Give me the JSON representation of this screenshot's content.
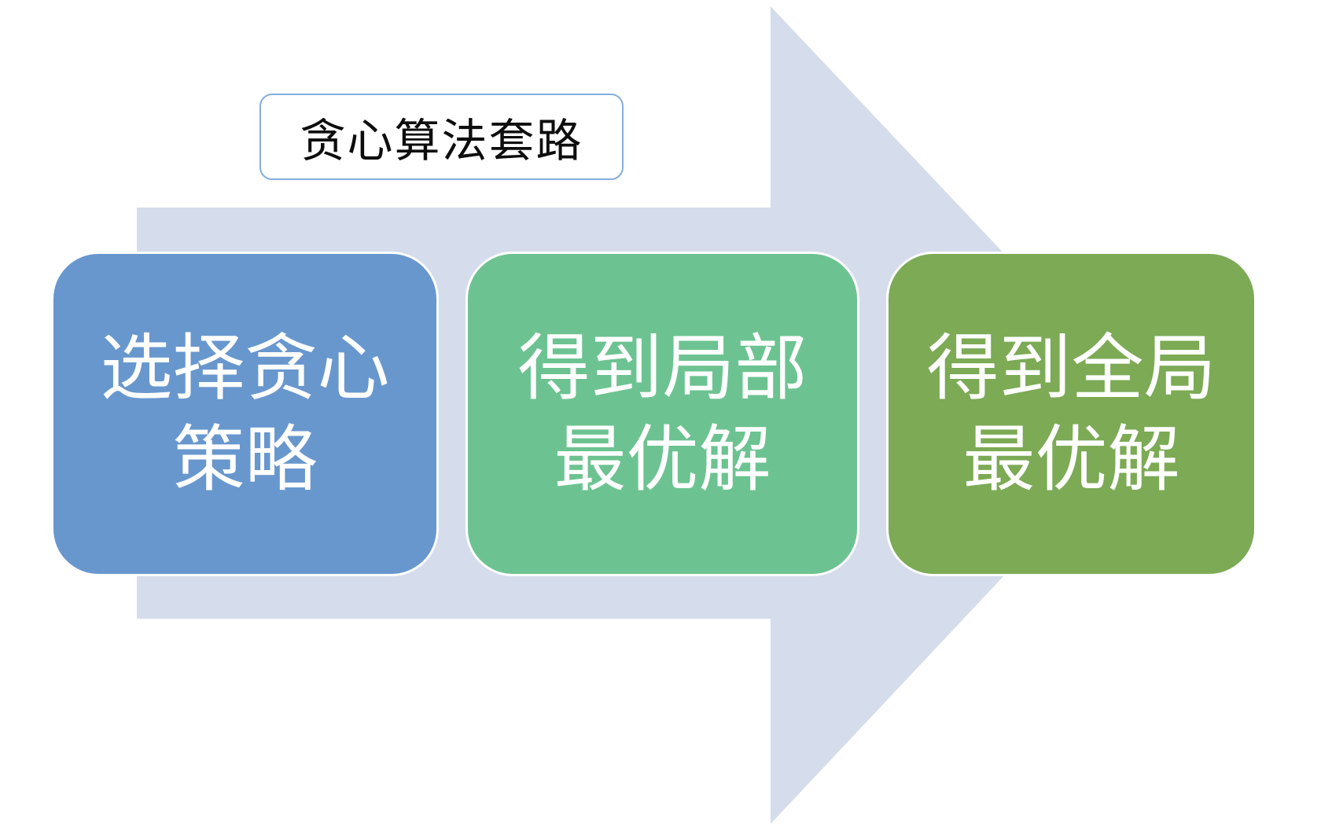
{
  "diagram": {
    "title_box": {
      "label": "贪心算法套路"
    },
    "steps": [
      {
        "line1": "选择贪心",
        "line2": "策略",
        "fill": "#6897ce"
      },
      {
        "line1": "得到局部",
        "line2": "最优解",
        "fill": "#6cc391"
      },
      {
        "line1": "得到全局",
        "line2": "最优解",
        "fill": "#7caa55"
      }
    ],
    "arrow_shape": "block-arrow-right"
  },
  "colors": {
    "page_bg": "#ffffff",
    "arrow_fill": "#d5dceb",
    "title_bg": "#ffffff",
    "title_border": "#85aedd",
    "title_text": "#0d0d0d",
    "step_text": "#ffffff"
  }
}
